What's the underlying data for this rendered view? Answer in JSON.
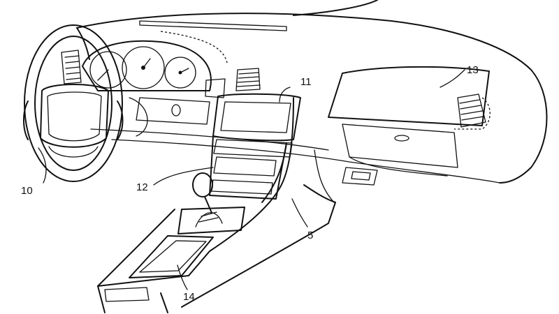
{
  "figure": {
    "reference_numerals": [
      {
        "id": "steering-wheel",
        "label": "10"
      },
      {
        "id": "display-unit",
        "label": "11"
      },
      {
        "id": "center-stack",
        "label": "12"
      },
      {
        "id": "glove-box-panel",
        "label": "13"
      },
      {
        "id": "storage-bin",
        "label": "14"
      },
      {
        "id": "center-console",
        "label": "5"
      }
    ]
  }
}
